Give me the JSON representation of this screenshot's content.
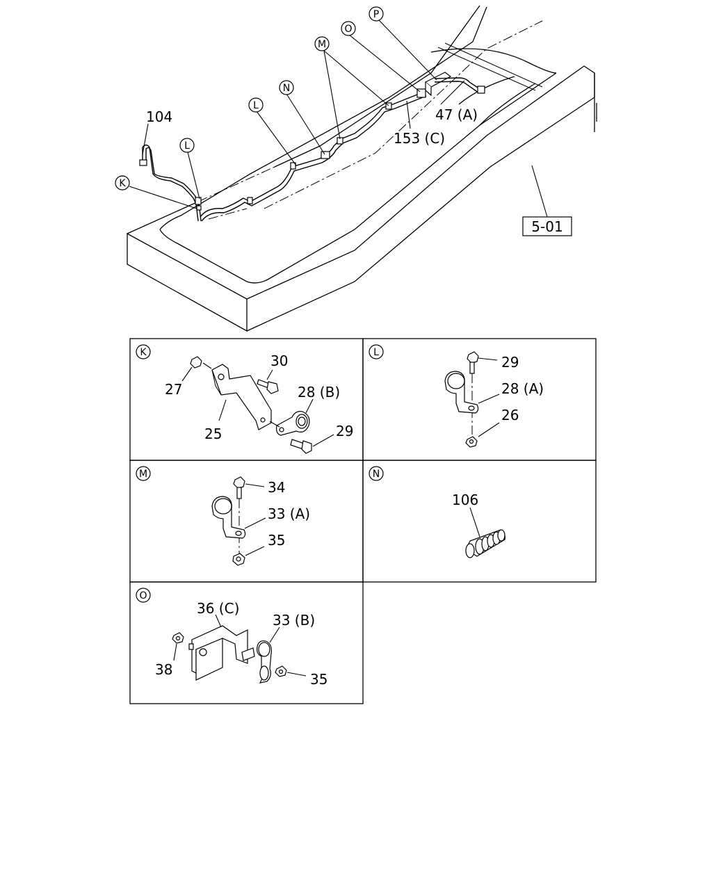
{
  "overview": {
    "callouts": {
      "k": "K",
      "l1": "L",
      "l2": "L",
      "n": "N",
      "m": "M",
      "o": "O",
      "p": "P"
    },
    "part_labels": {
      "p104": "104",
      "p47a": "47 (A)",
      "p153c": "153 (C)"
    },
    "ref_box": "5-01"
  },
  "details": {
    "K": {
      "letter": "K",
      "labels": {
        "p30": "30",
        "p27": "27",
        "p28b": "28 (B)",
        "p25": "25",
        "p29": "29"
      }
    },
    "L": {
      "letter": "L",
      "labels": {
        "p29": "29",
        "p28a": "28 (A)",
        "p26": "26"
      }
    },
    "M": {
      "letter": "M",
      "labels": {
        "p34": "34",
        "p33a": "33 (A)",
        "p35": "35"
      }
    },
    "N": {
      "letter": "N",
      "labels": {
        "p106": "106"
      }
    },
    "O": {
      "letter": "O",
      "labels": {
        "p36c": "36 (C)",
        "p33b": "33 (B)",
        "p38": "38",
        "p35": "35"
      }
    }
  }
}
